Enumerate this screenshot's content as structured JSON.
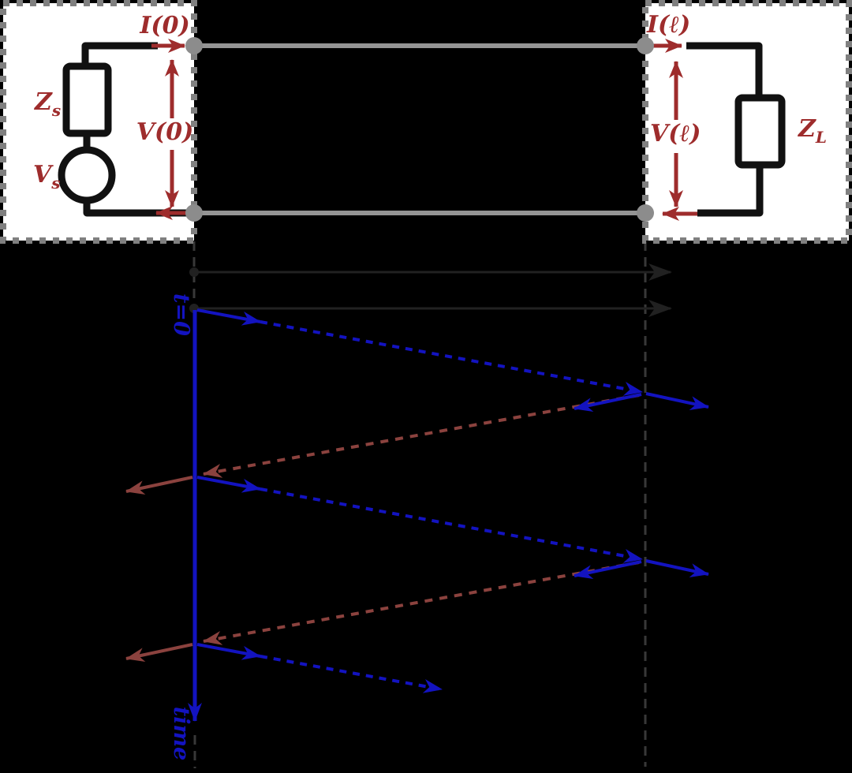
{
  "colors": {
    "background": "#000000",
    "box_fill": "#ffffff",
    "box_border": "#808080",
    "circuit_stroke": "#111111",
    "terminal_gray": "#8c8c8c",
    "transmission_line_gray": "#949494",
    "accent_red": "#9e2c2c",
    "wave_blue": "#1313c0",
    "reflection_brown": "#8b423e",
    "axis_black": "#212121",
    "guide_dash_gray": "#383838"
  },
  "source_box": {
    "impedance": {
      "main": "Z",
      "sub": "s"
    },
    "source": {
      "main": "V",
      "sub": "s"
    },
    "current_label": "I(0)",
    "voltage_label": "V(0)"
  },
  "load_box": {
    "impedance": {
      "main": "Z",
      "sub": "L"
    },
    "current_label": "I(ℓ)",
    "voltage_label": "V(ℓ)"
  },
  "bounce_diagram": {
    "time_zero_label": "t=0",
    "time_axis_label": "time"
  }
}
